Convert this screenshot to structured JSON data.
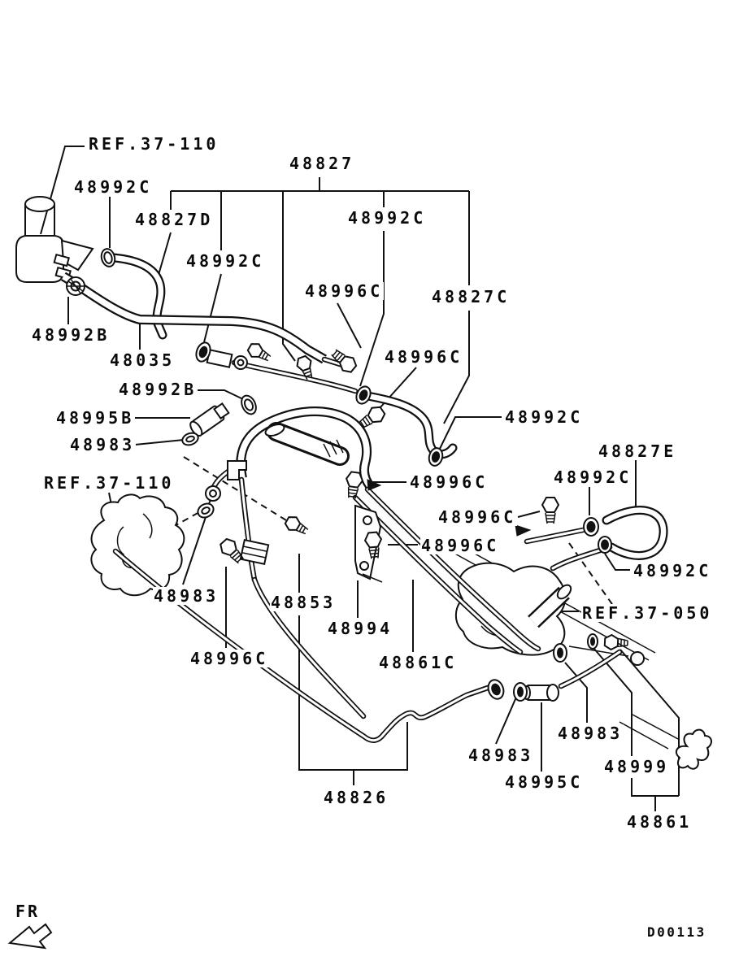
{
  "diagram": {
    "fr_indicator": "FR",
    "drawing_code": "D00113",
    "labels": [
      {
        "id": "ref-37-110-top",
        "text": "REF.37-110"
      },
      {
        "id": "48992c-a",
        "text": "48992C"
      },
      {
        "id": "48827",
        "text": "48827"
      },
      {
        "id": "48827d",
        "text": "48827D"
      },
      {
        "id": "48992c-b",
        "text": "48992C"
      },
      {
        "id": "48992c-c",
        "text": "48992C"
      },
      {
        "id": "48996c-a",
        "text": "48996C"
      },
      {
        "id": "48827c",
        "text": "48827C"
      },
      {
        "id": "48996c-b",
        "text": "48996C"
      },
      {
        "id": "48992b-a",
        "text": "48992B"
      },
      {
        "id": "48035",
        "text": "48035"
      },
      {
        "id": "48992b-b",
        "text": "48992B"
      },
      {
        "id": "48995b",
        "text": "48995B"
      },
      {
        "id": "48983-a",
        "text": "48983"
      },
      {
        "id": "ref-37-110-bottom",
        "text": "REF.37-110"
      },
      {
        "id": "48996c-c",
        "text": "48996C"
      },
      {
        "id": "48996c-d",
        "text": "48996C"
      },
      {
        "id": "48996c-e",
        "text": "48996C"
      },
      {
        "id": "48992c-d",
        "text": "48992C"
      },
      {
        "id": "48827e",
        "text": "48827E"
      },
      {
        "id": "48992c-e",
        "text": "48992C"
      },
      {
        "id": "48992c-f",
        "text": "48992C"
      },
      {
        "id": "ref-37-050",
        "text": "REF.37-050"
      },
      {
        "id": "48983-b",
        "text": "48983"
      },
      {
        "id": "48996c-f",
        "text": "48996C"
      },
      {
        "id": "48853",
        "text": "48853"
      },
      {
        "id": "48994",
        "text": "48994"
      },
      {
        "id": "48861c",
        "text": "48861C"
      },
      {
        "id": "48983-c",
        "text": "48983"
      },
      {
        "id": "48995c",
        "text": "48995C"
      },
      {
        "id": "48983-d",
        "text": "48983"
      },
      {
        "id": "48999",
        "text": "48999"
      },
      {
        "id": "48826",
        "text": "48826"
      },
      {
        "id": "48861",
        "text": "48861"
      }
    ]
  }
}
